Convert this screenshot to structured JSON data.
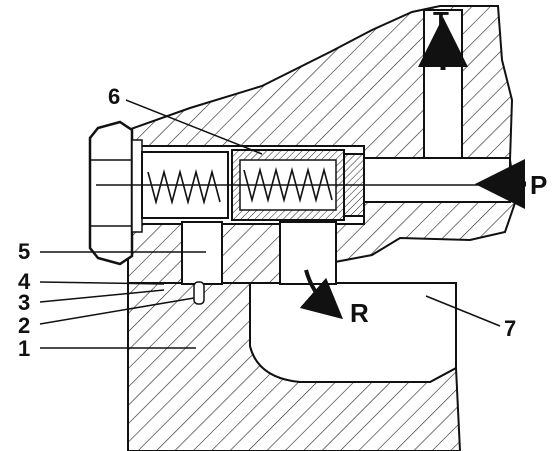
{
  "diagram": {
    "callouts": [
      "1",
      "2",
      "3",
      "4",
      "5",
      "6",
      "7"
    ],
    "ports": {
      "tank": "T",
      "pressure": "P",
      "return": "R"
    }
  }
}
